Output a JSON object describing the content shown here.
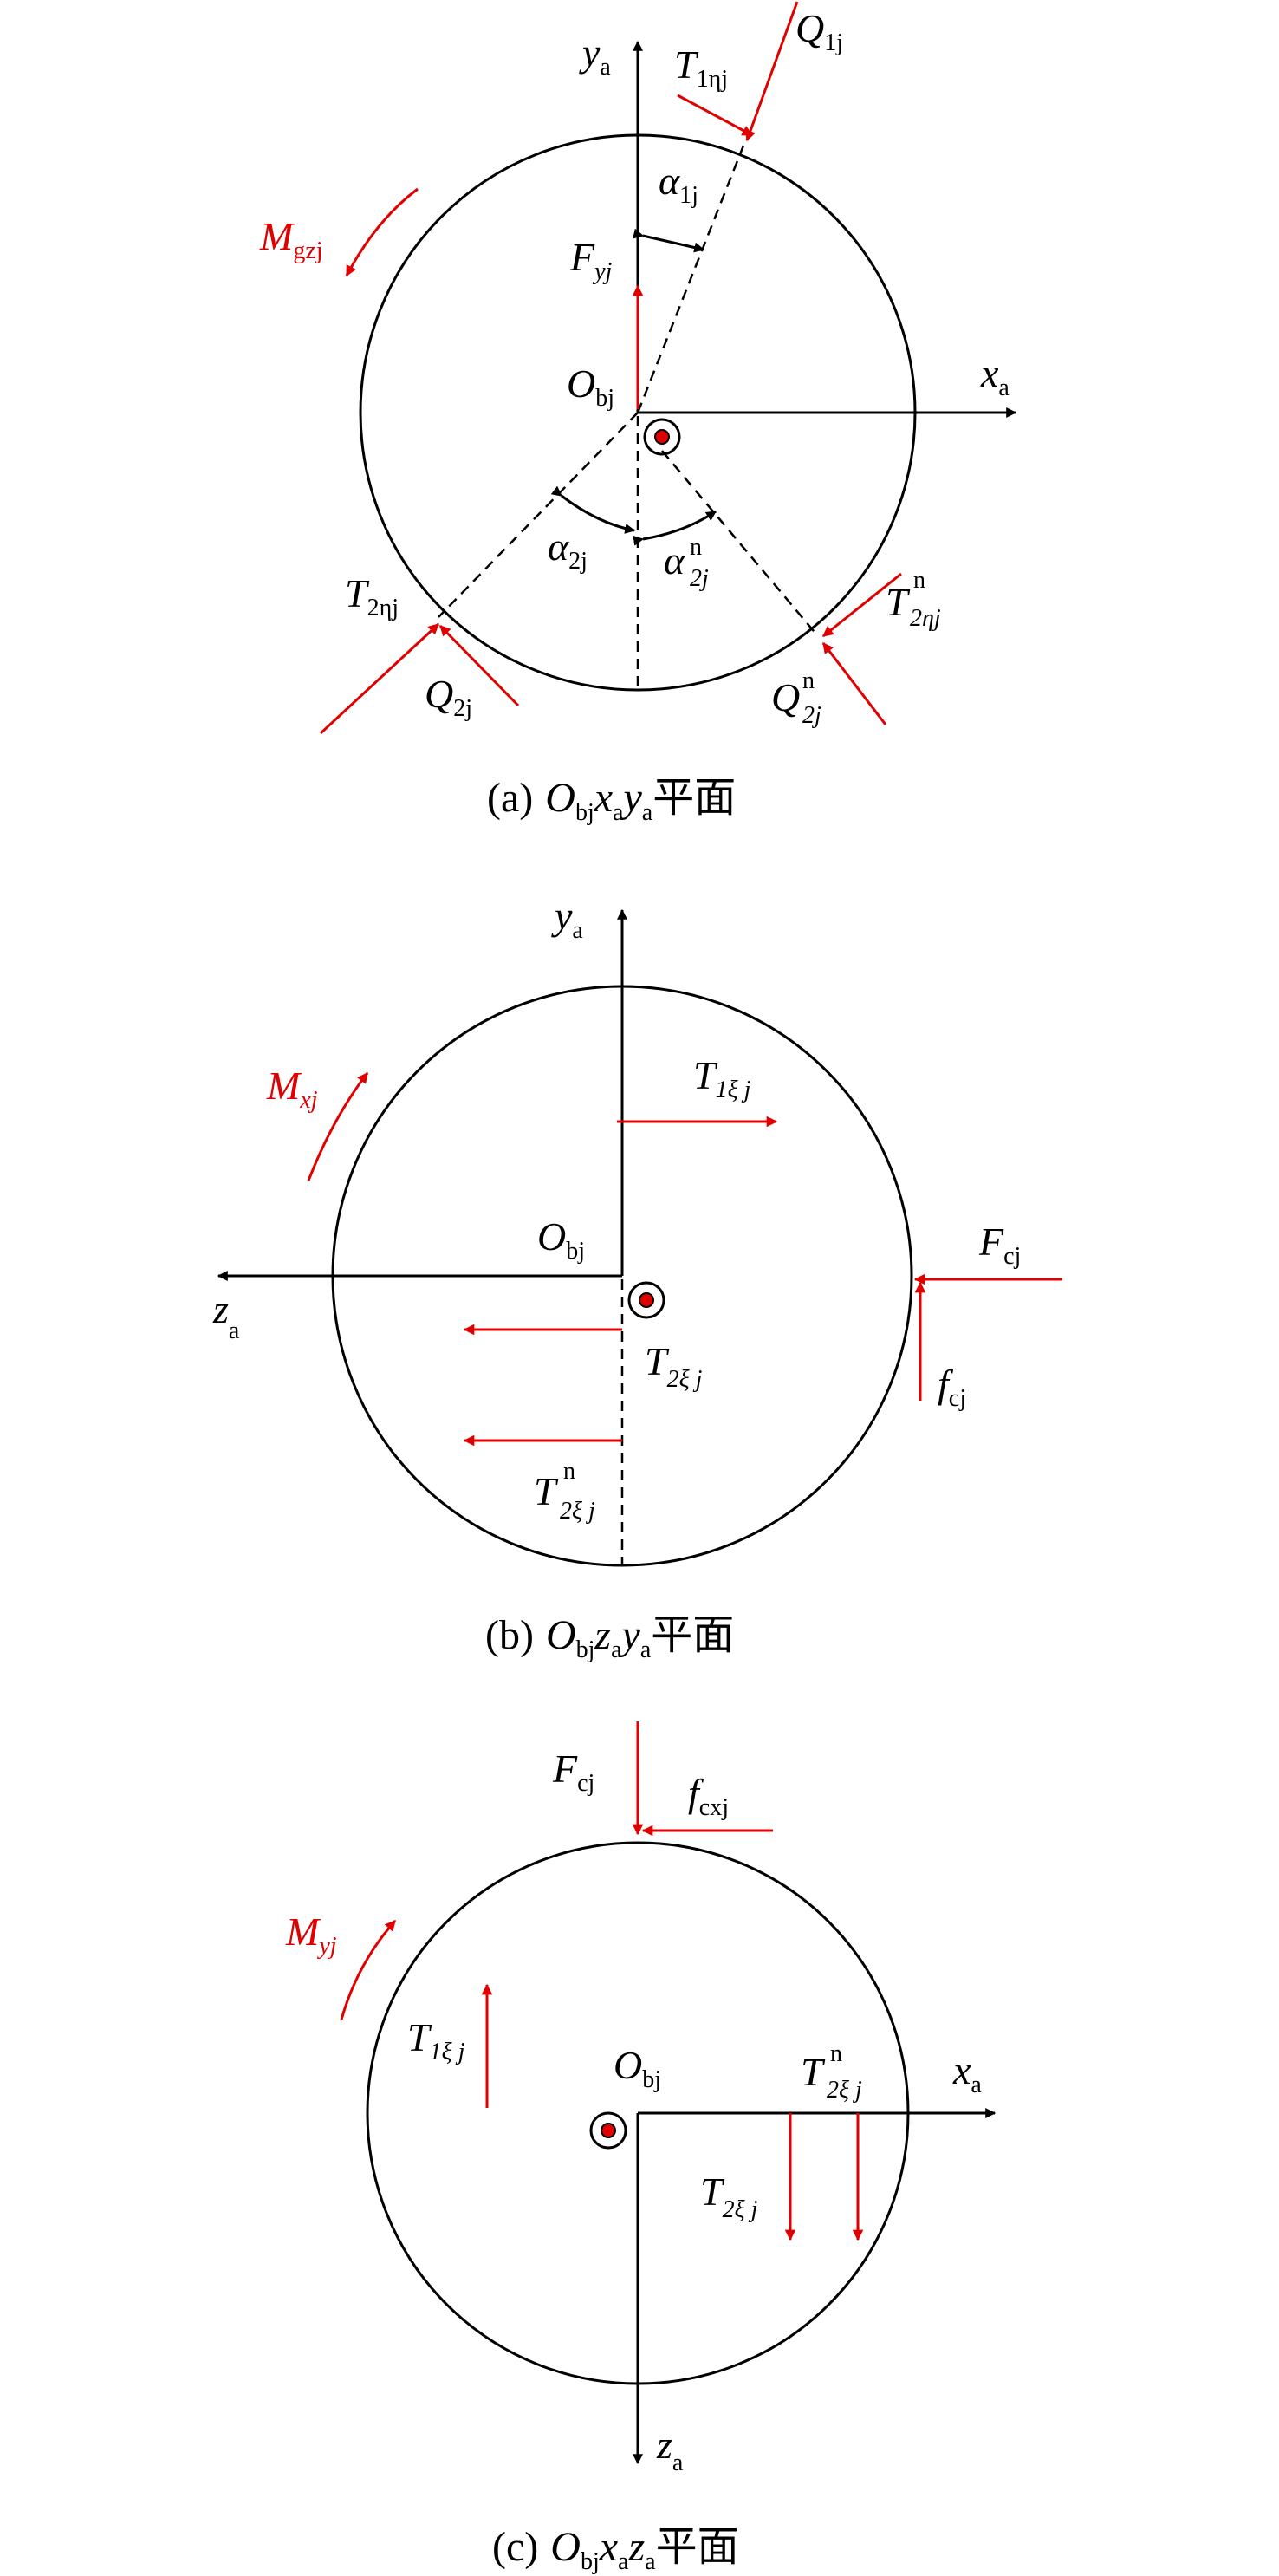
{
  "panel_a": {
    "caption_prefix": "(a)",
    "caption_O": "O",
    "caption_O_sub": "bj",
    "caption_x": "x",
    "caption_x_sub": "a",
    "caption_y": "y",
    "caption_y_sub": "a",
    "caption_suffix": "平面",
    "ya": "y",
    "ya_sub": "a",
    "xa": "x",
    "xa_sub": "a",
    "Obj": "O",
    "Obj_sub": "bj",
    "Q1j": "Q",
    "Q1j_sub": "1j",
    "T1nj": "T",
    "T1nj_sub": "1ηj",
    "alpha1j": "α",
    "alpha1j_sub": "1j",
    "Fyj": "F",
    "Fyj_sub": "yj",
    "Mgzj": "M",
    "Mgzj_sub": "gzj",
    "alpha2j": "α",
    "alpha2j_sub": "2j",
    "alpha2jn": "α",
    "alpha2jn_sup": "n",
    "alpha2jn_sub": "2j",
    "T2nj": "T",
    "T2nj_sub": "2ηj",
    "T2njn": "T",
    "T2njn_sup": "n",
    "T2njn_sub": "2ηj",
    "Q2j": "Q",
    "Q2j_sub": "2j",
    "Q2jn": "Q",
    "Q2jn_sup": "n",
    "Q2jn_sub": "2j"
  },
  "panel_b": {
    "caption_prefix": "(b)",
    "caption_O": "O",
    "caption_O_sub": "bj",
    "caption_z": "z",
    "caption_z_sub": "a",
    "caption_y": "y",
    "caption_y_sub": "a",
    "caption_suffix": "平面",
    "ya": "y",
    "ya_sub": "a",
    "za": "z",
    "za_sub": "a",
    "Obj": "O",
    "Obj_sub": "bj",
    "Mxj": "M",
    "Mxj_sub": "xj",
    "T1xj": "T",
    "T1xj_sub": "1ξ j",
    "Fcj": "F",
    "Fcj_sub": "cj",
    "fcj": "f",
    "fcj_sub": "cj",
    "T2xj": "T",
    "T2xj_sub": "2ξ j",
    "T2xjn": "T",
    "T2xjn_sup": "n",
    "T2xjn_sub": "2ξ j"
  },
  "panel_c": {
    "caption_prefix": "(c)",
    "caption_O": "O",
    "caption_O_sub": "bj",
    "caption_x": "x",
    "caption_x_sub": "a",
    "caption_z": "z",
    "caption_z_sub": "a",
    "caption_suffix": "平面",
    "Fcj": "F",
    "Fcj_sub": "cj",
    "fcxj": "f",
    "fcxj_sub": "cxj",
    "Myj": "M",
    "Myj_sub": "yj",
    "T1xj": "T",
    "T1xj_sub": "1ξ j",
    "Obj": "O",
    "Obj_sub": "bj",
    "T2xjn": "T",
    "T2xjn_sup": "n",
    "T2xjn_sub": "2ξ j",
    "xa": "x",
    "xa_sub": "a",
    "T2xj": "T",
    "T2xj_sub": "2ξ j",
    "za": "z",
    "za_sub": "a"
  }
}
